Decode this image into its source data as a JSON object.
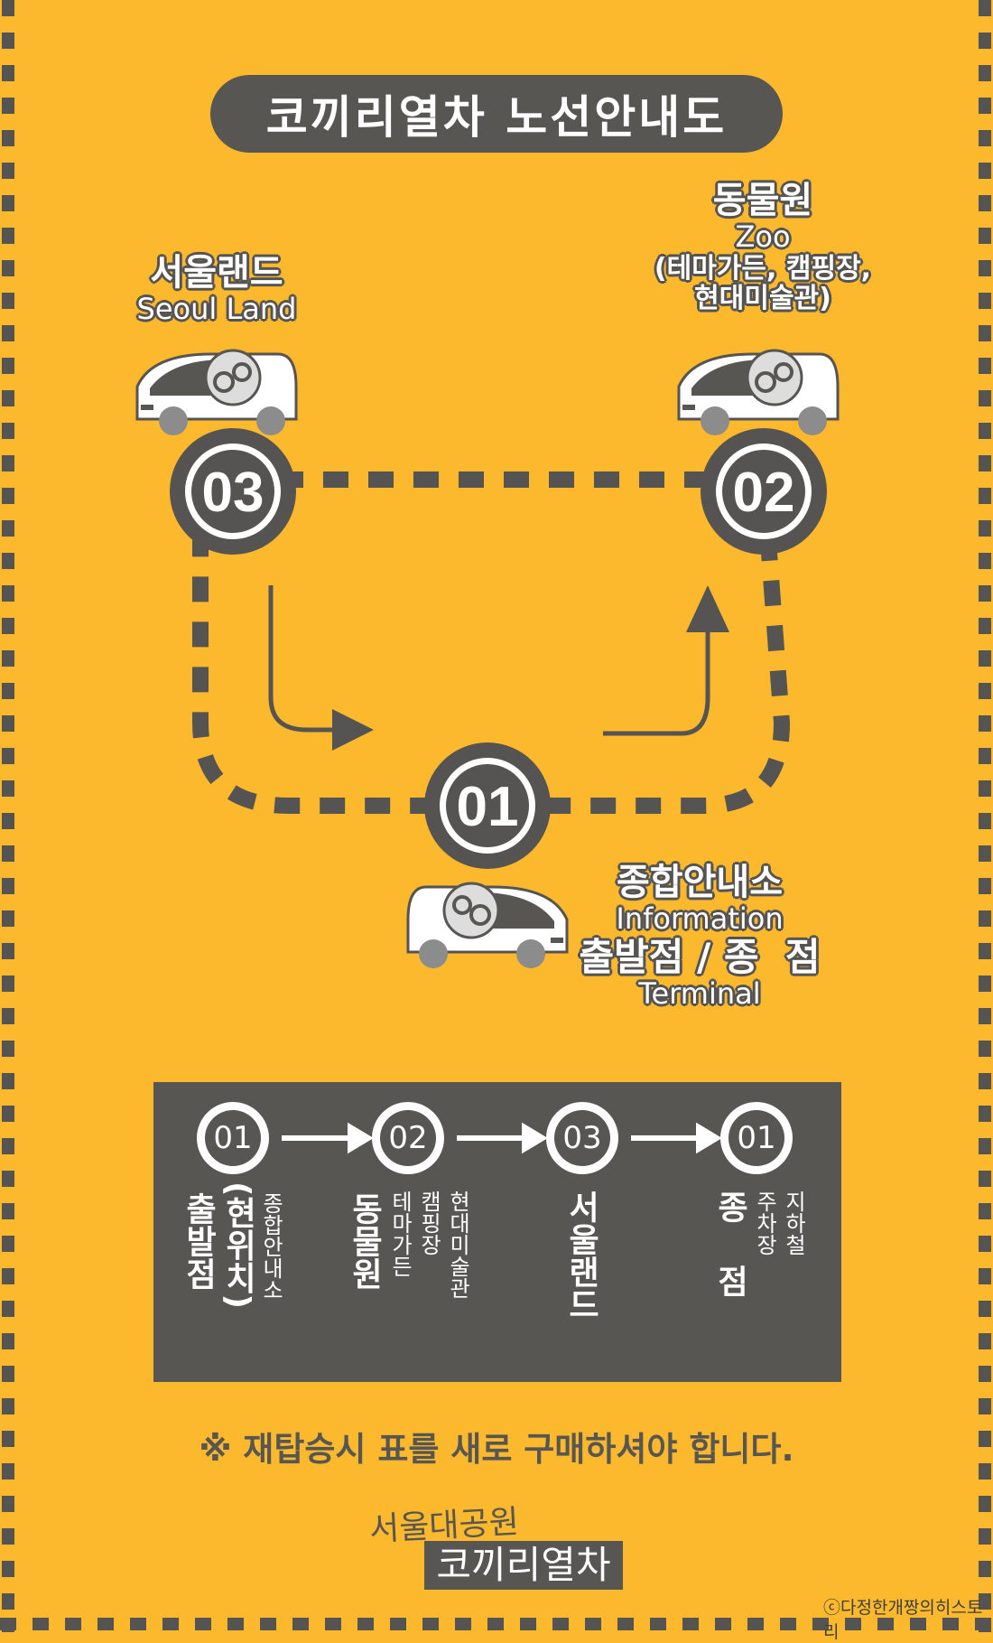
{
  "title": "코끼리열차 노선안내도",
  "stations": {
    "s01": {
      "number": "01",
      "name_ko": "종합안내소",
      "name_en": "Information",
      "role_ko": "출발점 / 종  점",
      "role_en": "Terminal"
    },
    "s02": {
      "number": "02",
      "name_ko": "동물원",
      "name_en": "Zoo",
      "sub_line1": "(테마가든, 캠핑장,",
      "sub_line2": "현대미술관)"
    },
    "s03": {
      "number": "03",
      "name_ko": "서울랜드",
      "name_en": "Seoul Land"
    }
  },
  "schedule": {
    "badges": [
      "01",
      "02",
      "03",
      "01"
    ],
    "col1": {
      "main": "출발점",
      "current": "(현위치)",
      "detail": "종합안내소"
    },
    "col2": {
      "main": "동물원",
      "detail1": "테마가든",
      "detail2": "캠핑장",
      "detail3": "현대미술관"
    },
    "col3": {
      "main": "서울랜드"
    },
    "col4": {
      "main_top": "종",
      "main_bottom": "점",
      "detail1": "주차장",
      "detail2": "지하철"
    }
  },
  "notice": "※ 재탑승시 표를 새로 구매하셔야 합니다.",
  "brand": {
    "line1": "서울대공원",
    "line2": "코끼리열차"
  },
  "watermark": "ⓒ다정한개짱의히스토리",
  "colors": {
    "background": "#FDB92E",
    "dark": "#575653",
    "white": "#FFFFFF"
  }
}
